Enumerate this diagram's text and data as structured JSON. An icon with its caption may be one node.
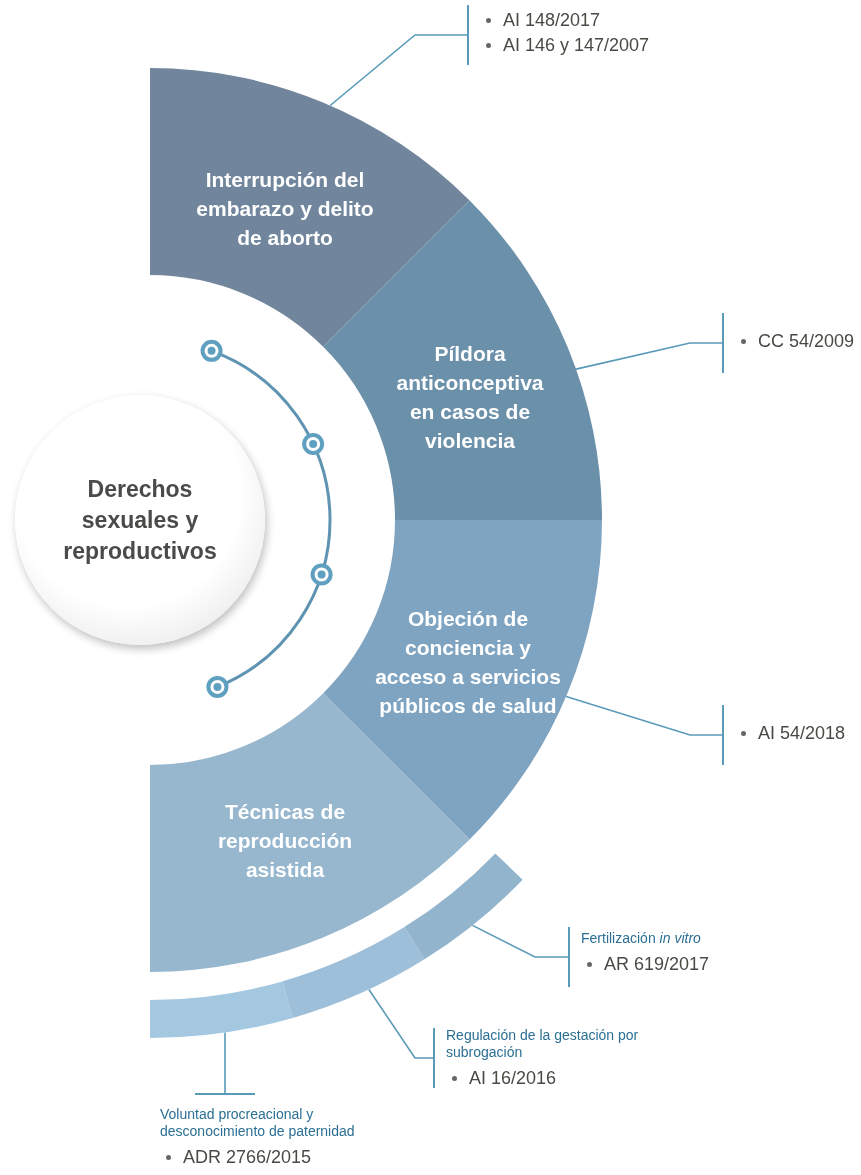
{
  "diagram": {
    "nodes": [
      {
        "text": [
          "Derechos sexuales y reproductivos"
        ]
      },
      {
        "text": [
          "Interrupción del embarazo y delito de aborto"
        ]
      },
      {
        "text": [
          "Píldora anticonceptiva en casos de violencia"
        ]
      },
      {
        "text": [
          "Objeción de conciencia y acceso a servicios públicos de salud"
        ]
      },
      {
        "text": [
          "Técnicas de reproducción asistida"
        ]
      },
      {
        "text": [
          "AI 148/2017",
          "AI 146 y 147/2007"
        ]
      },
      {
        "text": [
          "CC 54/2009"
        ]
      },
      {
        "text": [
          "AI 54/2018"
        ]
      },
      {
        "text": [],
        "shape": "bar"
      },
      {
        "text": [],
        "shape": "bar"
      },
      {
        "text": [],
        "shape": "bar"
      },
      {
        "text": [
          "Fertilización *in vitro*",
          "AR 619/2017"
        ]
      },
      {
        "text": [
          "Regulación de la gestación por subrogación",
          "AI 16/2016"
        ]
      },
      {
        "text": [
          "Voluntad procreacional y desconocimiento de paternidad",
          "ADR 2766/2015"
        ]
      }
    ],
    "edges": [
      {
        "from": 1,
        "to": 5,
        "arrow": "other"
      },
      {
        "from": 2,
        "to": 6,
        "arrow": "other"
      },
      {
        "from": 3,
        "to": 7,
        "arrow": "other"
      },
      {
        "from": 10,
        "to": 11,
        "arrow": "other"
      },
      {
        "from": 9,
        "to": 12,
        "arrow": "other"
      },
      {
        "from": 8,
        "to": 13,
        "arrow": "other"
      }
    ]
  }
}
